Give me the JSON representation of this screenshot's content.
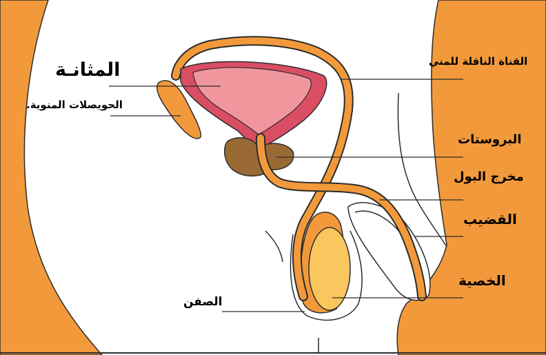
{
  "labels": {
    "bladder": "المثانـة",
    "seminal_vesicles": "الحويصلات المنوية.",
    "vas_deferens": "القناة الناقلة للمني",
    "prostate": "البروستات",
    "urethra": "مخرج البول",
    "penis": "القضيب",
    "testis": "الخصية",
    "scrotum": "الصفن"
  },
  "colors": {
    "body": "#F29A3B",
    "duct": "#F29A3B",
    "bladder_wall": "#D94E63",
    "bladder_inner": "#F0979E",
    "prostate": "#9A6A35",
    "testis": "#FAC65E",
    "outline": "#2B2B2B"
  }
}
